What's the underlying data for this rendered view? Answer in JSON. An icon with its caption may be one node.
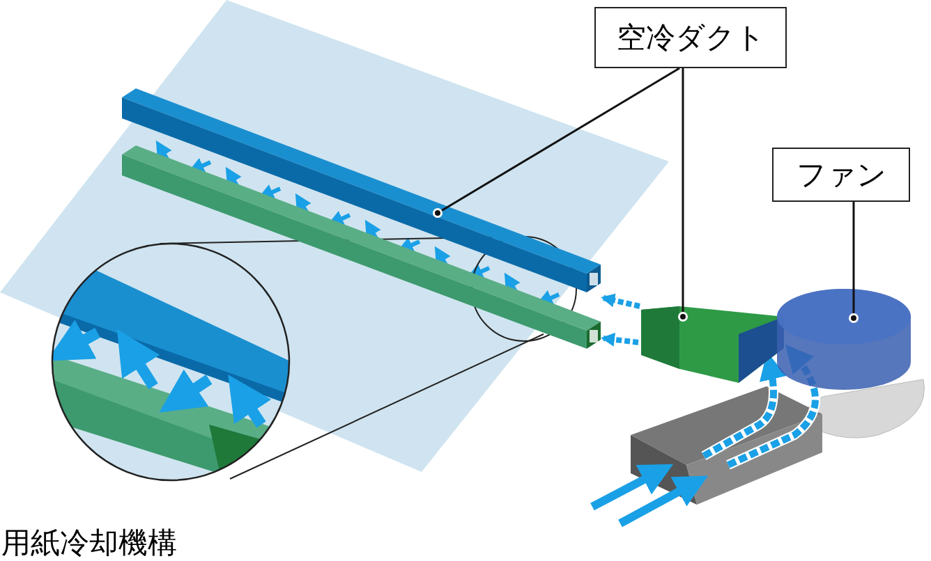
{
  "diagram": {
    "caption": "用紙冷却機構",
    "nodes": [
      {
        "text": [
          "空冷ダクト"
        ]
      },
      {
        "text": [
          "ファン"
        ]
      },
      {
        "text": [],
        "shape": "bar"
      },
      {
        "text": [],
        "shape": "box"
      },
      {
        "text": [],
        "shape": "cylinder"
      },
      {
        "text": [],
        "shape": "bar"
      }
    ],
    "edges": [
      {
        "from": 0,
        "to": 2,
        "arrow": "other"
      },
      {
        "from": 0,
        "to": 3,
        "arrow": "other"
      },
      {
        "from": 1,
        "to": 4,
        "arrow": "other"
      },
      {
        "from": 3,
        "to": 2,
        "arrow": "to",
        "style": "dashed",
        "color": "#1aa0e6"
      },
      {
        "from": 3,
        "to": 5,
        "arrow": "to",
        "style": "dashed",
        "color": "#1aa0e6"
      }
    ]
  }
}
